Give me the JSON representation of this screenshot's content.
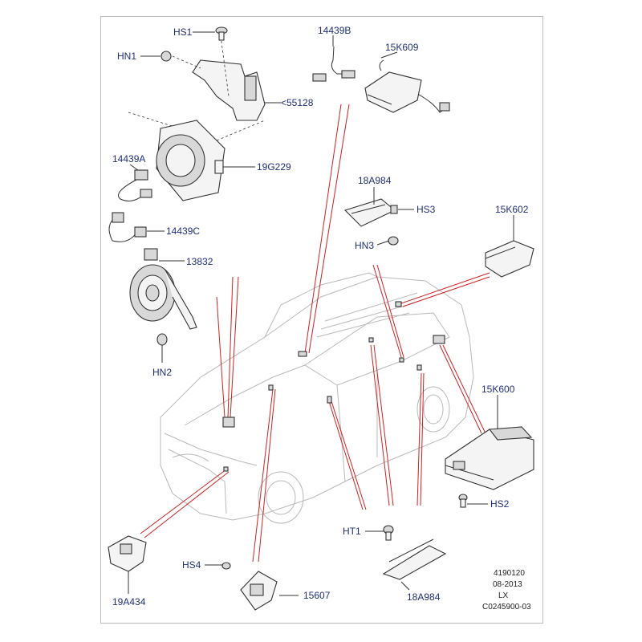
{
  "labels": {
    "hs1": "HS1",
    "hn1": "HN1",
    "p55128": "<55128",
    "p14439b": "14439B",
    "p15k609": "15K609",
    "p14439a": "14439A",
    "p19g229": "19G229",
    "p18a984_top": "18A984",
    "hs3": "HS3",
    "p15k602": "15K602",
    "hn3": "HN3",
    "p14439c": "14439C",
    "p13832": "13832",
    "hn2": "HN2",
    "p15k600": "15K600",
    "hs2": "HS2",
    "ht1": "HT1",
    "hs4": "HS4",
    "p15607": "15607",
    "p19a434": "19A434",
    "p18a984_bottom": "18A984"
  },
  "footer": {
    "line1": "4190120",
    "line2": "08-2013",
    "line3": "LX",
    "line4": "C0245900-03"
  }
}
